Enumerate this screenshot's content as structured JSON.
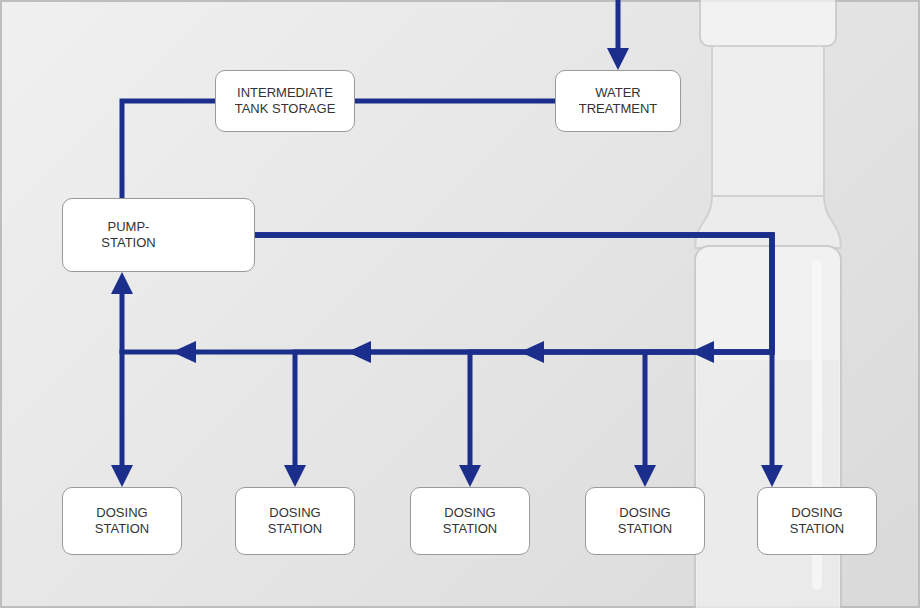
{
  "diagram": {
    "nodes": [
      {
        "text": [
          "INTERMEDIATE TANK STORAGE"
        ]
      },
      {
        "text": [
          "WATER TREATMENT"
        ]
      },
      {
        "text": [
          "PUMP- STATION"
        ]
      },
      {
        "text": [
          "DOSING STATION"
        ]
      },
      {
        "text": [
          "DOSING STATION"
        ]
      },
      {
        "text": [
          "DOSING STATION"
        ]
      },
      {
        "text": [
          "DOSING STATION"
        ]
      },
      {
        "text": [
          "DOSING STATION"
        ]
      }
    ],
    "edges": [
      {
        "from": 1,
        "to": 0,
        "arrow": "none"
      },
      {
        "from": 0,
        "to": 2,
        "arrow": "none"
      },
      {
        "from": 2,
        "to": 3,
        "arrow": "to"
      },
      {
        "from": 2,
        "to": 4,
        "arrow": "to"
      },
      {
        "from": 2,
        "to": 5,
        "arrow": "to"
      },
      {
        "from": 2,
        "to": 6,
        "arrow": "to"
      },
      {
        "from": 2,
        "to": 7,
        "arrow": "to"
      }
    ]
  }
}
